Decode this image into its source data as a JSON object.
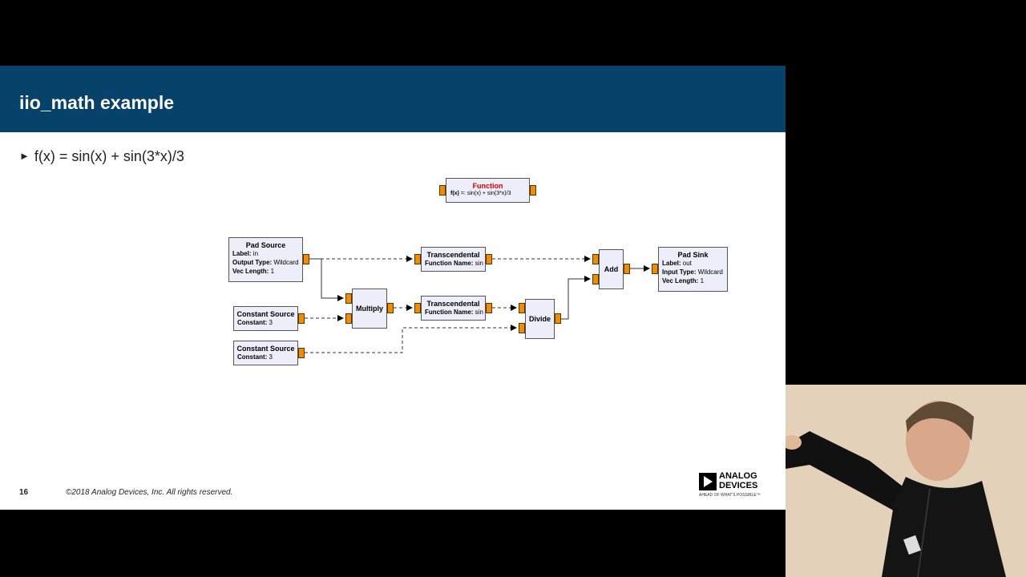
{
  "slide": {
    "title": "iio_math example",
    "bullet": "f(x) = sin(x) + sin(3*x)/3",
    "bullet_marker": "►",
    "page_number": "16",
    "copyright": "©2018 Analog Devices, Inc. All rights reserved.",
    "logo": {
      "line1": "ANALOG",
      "line2": "DEVICES",
      "tagline": "AHEAD OF WHAT'S POSSIBLE™"
    }
  },
  "colors": {
    "header": "#07426b",
    "block_fill": "#eeeefb",
    "port": "#f08c00",
    "function_title": "#d40000"
  },
  "diagram": {
    "function_block": {
      "title": "Function",
      "param_label": "f(x)",
      "param_value": "=: sin(x) + sin(3*x)/3"
    },
    "pad_source": {
      "title": "Pad Source",
      "rows": [
        {
          "k": "Label:",
          "v": " in"
        },
        {
          "k": "Output Type:",
          "v": " Wildcard"
        },
        {
          "k": "Vec Length:",
          "v": " 1"
        }
      ]
    },
    "const_source_1": {
      "title": "Constant Source",
      "rows": [
        {
          "k": "Constant:",
          "v": " 3"
        }
      ]
    },
    "const_source_2": {
      "title": "Constant Source",
      "rows": [
        {
          "k": "Constant:",
          "v": " 3"
        }
      ]
    },
    "multiply": {
      "title": "Multiply"
    },
    "transcendental_1": {
      "title": "Transcendental",
      "rows": [
        {
          "k": "Function Name:",
          "v": " sin"
        }
      ]
    },
    "transcendental_2": {
      "title": "Transcendental",
      "rows": [
        {
          "k": "Function Name:",
          "v": " sin"
        }
      ]
    },
    "divide": {
      "title": "Divide"
    },
    "add": {
      "title": "Add"
    },
    "pad_sink": {
      "title": "Pad Sink",
      "rows": [
        {
          "k": "Label:",
          "v": " out"
        },
        {
          "k": "Input Type:",
          "v": " Wildcard"
        },
        {
          "k": "Vec Length:",
          "v": " 1"
        }
      ]
    }
  }
}
